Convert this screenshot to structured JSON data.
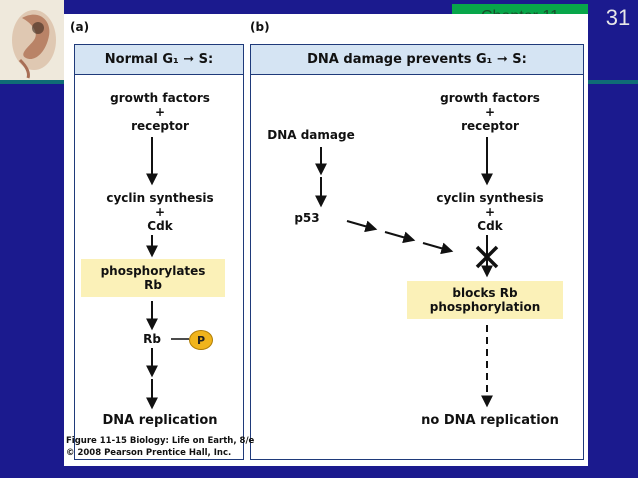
{
  "slide": {
    "chapter_label": "Chapter 11",
    "slide_number": "31"
  },
  "figure": {
    "panel_a": {
      "letter": "(a)",
      "title": "Normal G₁ ➞ S:",
      "growth_factors": "growth factors",
      "plus1": "+",
      "receptor": "receptor",
      "cyclin_synthesis": "cyclin synthesis",
      "plus2": "+",
      "cdk": "Cdk",
      "phosphorylates": "phosphorylates",
      "rb_line": "Rb",
      "rb": "Rb",
      "p": "P",
      "outcome": "DNA replication"
    },
    "panel_b": {
      "letter": "(b)",
      "title": "DNA damage prevents G₁ ➞ S:",
      "dna_damage": "DNA damage",
      "p53": "p53",
      "growth_factors": "growth factors",
      "plus1": "+",
      "receptor": "receptor",
      "cyclin_synthesis": "cyclin synthesis",
      "plus2": "+",
      "cdk": "Cdk",
      "blocks": "blocks Rb",
      "phosphorylation": "phosphorylation",
      "outcome": "no DNA replication"
    },
    "caption_line1": "Figure 11-15  Biology: Life on Earth, 8/e",
    "caption_line2": "© 2008 Pearson Prentice Hall, Inc."
  }
}
